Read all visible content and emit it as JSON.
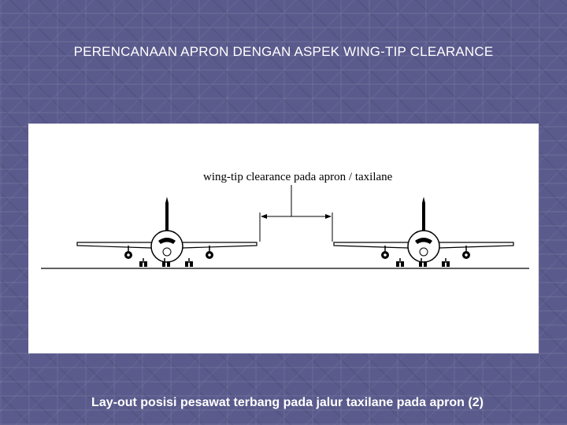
{
  "slide": {
    "title": "PERENCANAAN APRON DENGAN ASPEK WING-TIP CLEARANCE",
    "caption": "Lay-out posisi pesawat terbang pada jalur taxilane pada apron (2)"
  },
  "diagram": {
    "label": "wing-tip clearance pada apron / taxilane"
  }
}
